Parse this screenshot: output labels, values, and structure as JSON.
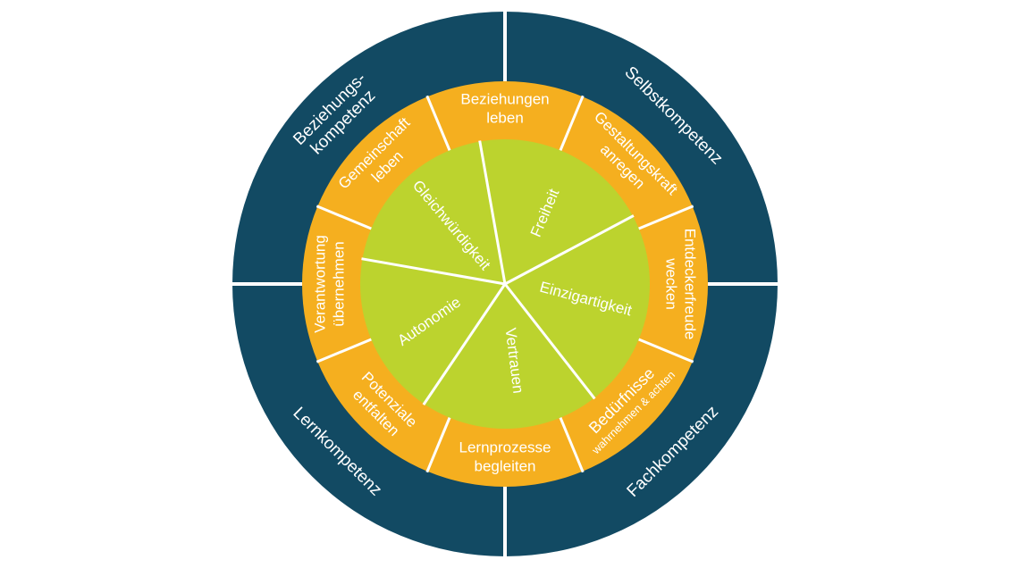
{
  "colors": {
    "outer_ring": "#124a63",
    "middle_ring": "#f5af1f",
    "inner_disc": "#bcd32e",
    "divider": "#ffffff"
  },
  "outer_ring": [
    {
      "lines": [
        "Beziehungs-",
        "kompetenz"
      ]
    },
    {
      "lines": [
        "Selbstkompetenz"
      ]
    },
    {
      "lines": [
        "Fachkompetenz"
      ]
    },
    {
      "lines": [
        "Lernkompetenz"
      ]
    }
  ],
  "middle_ring": [
    {
      "lines": [
        "Beziehungen",
        "leben"
      ]
    },
    {
      "lines": [
        "Gestaltungskraft",
        "anregen"
      ]
    },
    {
      "lines": [
        "Entdeckerfreude",
        "wecken"
      ]
    },
    {
      "lines": [
        "Bedürfnisse",
        "wahrnehmen & achten"
      ]
    },
    {
      "lines": [
        "Lernprozesse",
        "begleiten"
      ]
    },
    {
      "lines": [
        "Potenziale",
        "entfalten"
      ]
    },
    {
      "lines": [
        "Verantwortung",
        "übernehmen"
      ]
    },
    {
      "lines": [
        "Gemeinschaft",
        "leben"
      ]
    }
  ],
  "inner_disc": [
    {
      "lines": [
        "Freiheit"
      ]
    },
    {
      "lines": [
        "Einzigartigkeit"
      ]
    },
    {
      "lines": [
        "Vertrauen"
      ]
    },
    {
      "lines": [
        "Autonomie"
      ]
    },
    {
      "lines": [
        "Gleichwürdigkeit"
      ]
    }
  ]
}
